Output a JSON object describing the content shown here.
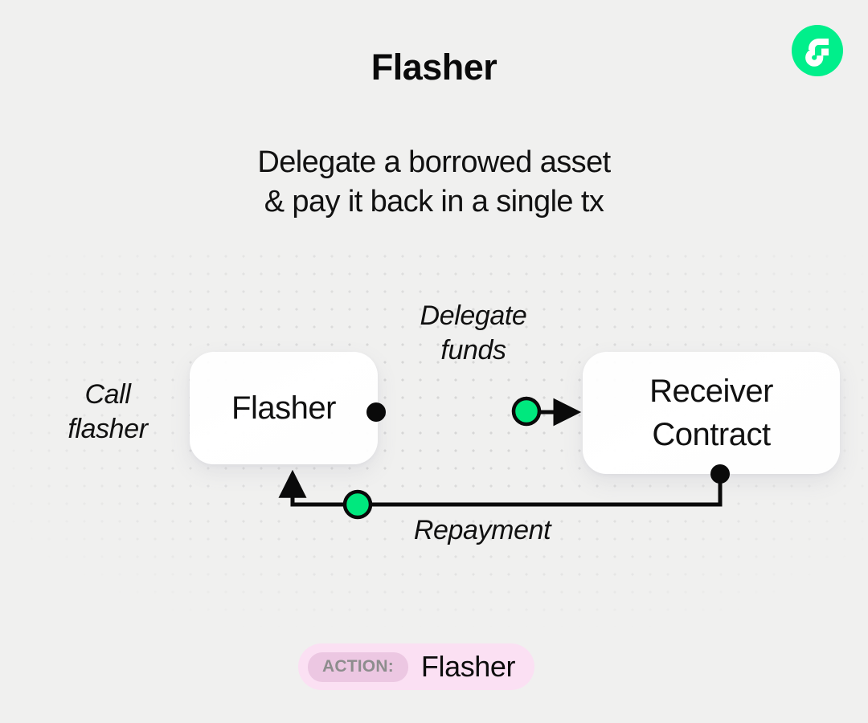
{
  "page": {
    "background_color": "#f0f0ef",
    "accent_green": "#00ef8b",
    "badge_bg": "#fbe0f3",
    "badge_tag_bg": "#ecc7e2"
  },
  "logo": {
    "name": "flow-logo",
    "circle_color": "#00ef8b",
    "mark_color": "#ffffff"
  },
  "header": {
    "title": "Flasher",
    "subtitle": "Delegate a borrowed asset\n& pay it back in a single tx"
  },
  "diagram": {
    "nodes": [
      {
        "id": "flasher",
        "label": "Flasher"
      },
      {
        "id": "receiver",
        "label": "Receiver\nContract"
      }
    ],
    "labels": {
      "call": "Call\nflasher",
      "delegate": "Delegate\nfunds",
      "repayment": "Repayment"
    },
    "edges": [
      {
        "id": "delegate-edge",
        "from": "flasher",
        "to": "receiver",
        "token_color": "#00e87e"
      },
      {
        "id": "repayment-edge",
        "from": "receiver",
        "to": "flasher",
        "token_color": "#00e87e"
      }
    ]
  },
  "action": {
    "tag": "ACTION:",
    "value": "Flasher"
  }
}
